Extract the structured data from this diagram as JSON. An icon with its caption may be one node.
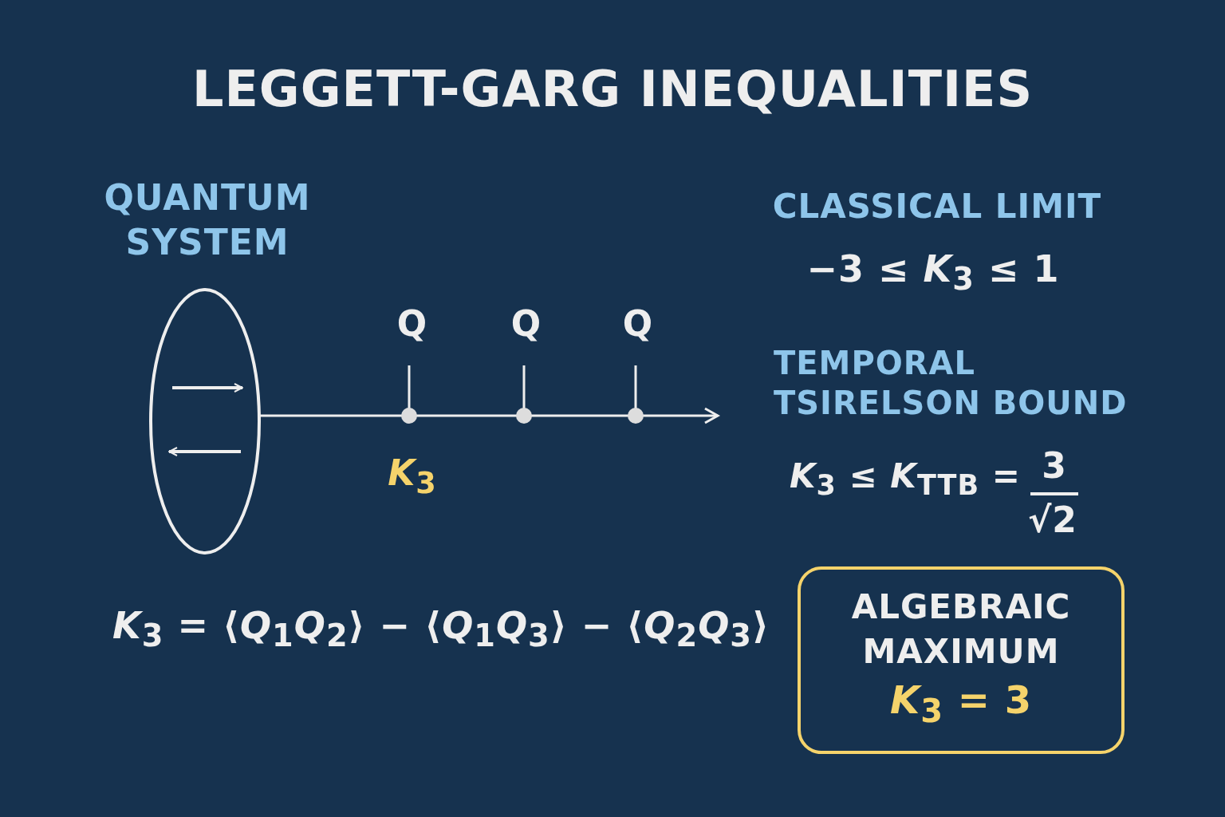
{
  "diagram": {
    "title": "LEGGETT-GARG INEQUALITIES",
    "nodes": [
      {
        "text": [
          "QUANTUM SYSTEM"
        ]
      },
      {
        "text": [
          "ALGEBRAIC MAXIMUM",
          "*K*$_{3}$ = 3"
        ]
      }
    ],
    "labels": [
      "Q",
      "Q",
      "Q",
      "*K*$_{3}$",
      "*K*$_{3}$ = ⟨*Q*$_{1}$*Q*$_{2}$⟩ − ⟨*Q*$_{1}$*Q*$_{3}$⟩ − ⟨*Q*$_{2}$*Q*$_{3}$⟩",
      "CLASSICAL LIMIT",
      "−3 ≤ *K*$_{3}$ ≤ 1",
      "TEMPORAL TSIRELSON BOUND",
      "*K*$_{3}$ ≤ *K*$_{TTB}$ =",
      "3",
      "√2"
    ]
  }
}
